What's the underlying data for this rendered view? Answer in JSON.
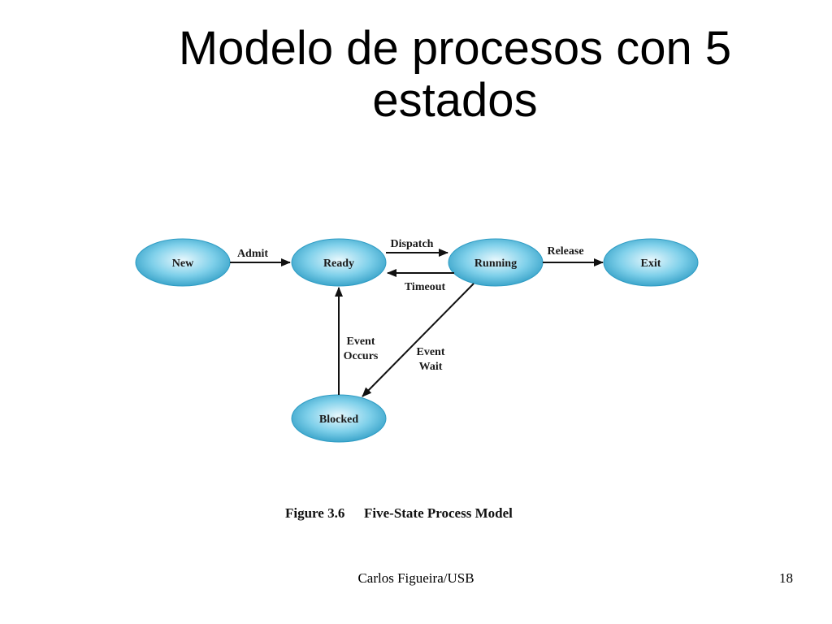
{
  "slide": {
    "title_line1": "Modelo de procesos con 5",
    "title_line2": "estados",
    "footer_author": "Carlos Figueira/USB",
    "page_number": "18"
  },
  "diagram": {
    "caption_number": "Figure 3.6",
    "caption_text": "Five-State Process Model",
    "node_color": "#3aa8cc",
    "nodes": {
      "new": "New",
      "ready": "Ready",
      "running": "Running",
      "exit": "Exit",
      "blocked": "Blocked"
    },
    "edges": {
      "admit": "Admit",
      "dispatch": "Dispatch",
      "timeout": "Timeout",
      "release": "Release",
      "event_occurs_1": "Event",
      "event_occurs_2": "Occurs",
      "event_wait_1": "Event",
      "event_wait_2": "Wait"
    }
  }
}
